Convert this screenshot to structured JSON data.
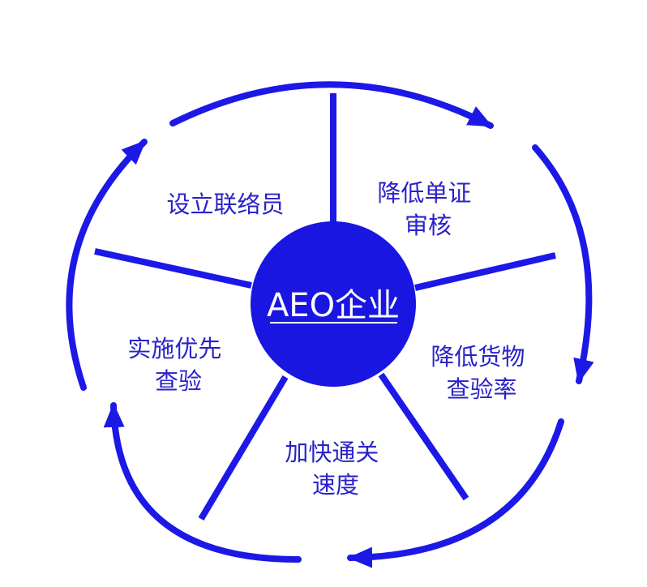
{
  "colors": {
    "primary": "#1c18e6",
    "center_fill": "#1a16e2",
    "center_text": "#ffffff",
    "label_text": "#2a22c8",
    "background": "#ffffff"
  },
  "center": {
    "label": "AEO企业"
  },
  "segments": [
    {
      "lines": [
        "降低单证",
        "审核"
      ]
    },
    {
      "lines": [
        "降低货物",
        "查验率"
      ]
    },
    {
      "lines": [
        "加快通关",
        "速度"
      ]
    },
    {
      "lines": [
        "实施优先",
        "查验"
      ]
    },
    {
      "lines": [
        "设立联络员"
      ]
    }
  ]
}
